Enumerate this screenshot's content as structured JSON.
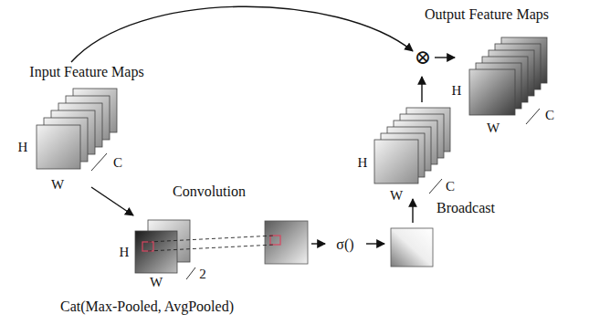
{
  "diagram": {
    "labels": [
      "Output Feature Maps",
      "⊗",
      "Input Feature Maps",
      "H",
      "C",
      "W",
      "H",
      "C",
      "W",
      "Broadcast",
      "H",
      "C",
      "W",
      "Convolution",
      "H",
      "2",
      "W",
      "σ()",
      "Cat(Max-Pooled, AvgPooled)"
    ]
  }
}
